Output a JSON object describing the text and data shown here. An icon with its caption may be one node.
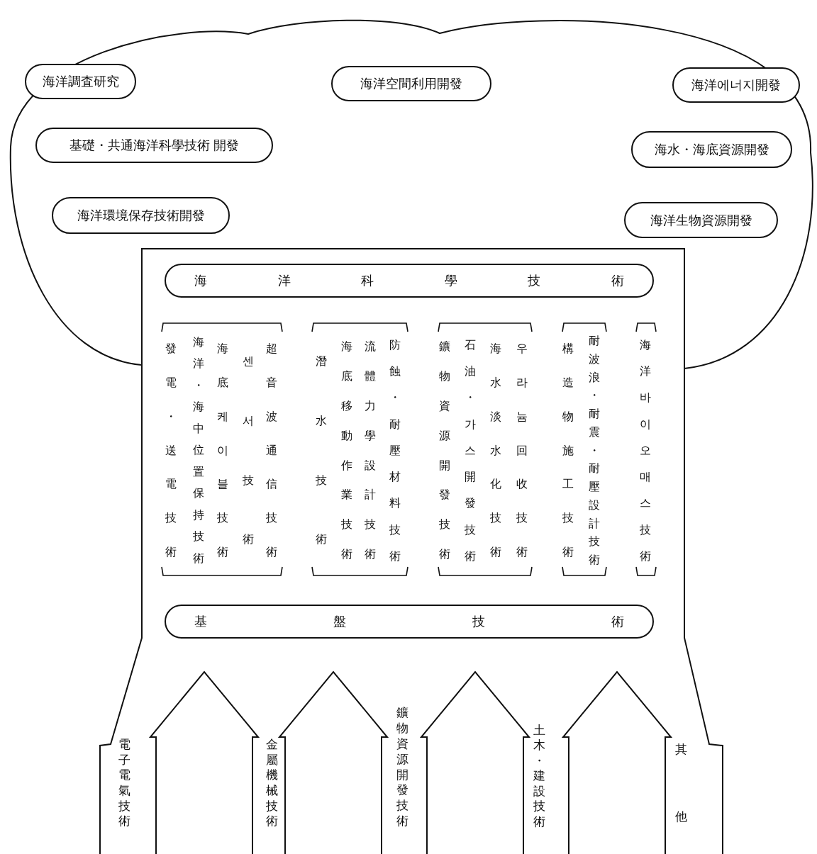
{
  "diagram": {
    "nodes": [
      {
        "text": [],
        "shape": "cloud"
      },
      {
        "text": [
          "海洋調査研究"
        ],
        "in": 0
      },
      {
        "text": [
          "海洋空間利用開發"
        ],
        "in": 0
      },
      {
        "text": [
          "海洋에너지開發"
        ],
        "in": 0
      },
      {
        "text": [
          "基礎・共通海洋科學技術 開發"
        ],
        "in": 0
      },
      {
        "text": [
          "海水・海底資源開發"
        ],
        "in": 0
      },
      {
        "text": [
          "海洋環境保存技術開發"
        ],
        "in": 0
      },
      {
        "text": [
          "海洋生物資源開發"
        ],
        "in": 0
      },
      {
        "text": [],
        "shape": "box"
      },
      {
        "text": [
          "海洋科學技術"
        ]
      },
      {
        "text": [
          "基盤技術"
        ],
        "in": 8
      }
    ],
    "labels": [
      "發電・送電技術",
      "海洋・海中位置保持技術",
      "海底케이블技術",
      "센서技術",
      "超音波通信技術",
      "潛水技術",
      "海底移動作業技術",
      "流體力學設計技術",
      "防蝕・耐壓材料技術",
      "鑛物資源開發技術",
      "石油・가스開發技術",
      "海水淡水化技術",
      "우라늄回收技術",
      "構造物施工技術",
      "耐波浪・耐震・耐壓設計技術",
      "海洋바이오매스技術",
      "電子電氣技術",
      "金屬機械技術",
      "鑛物資源開發技術",
      "土木・建設技術",
      "其他"
    ]
  }
}
